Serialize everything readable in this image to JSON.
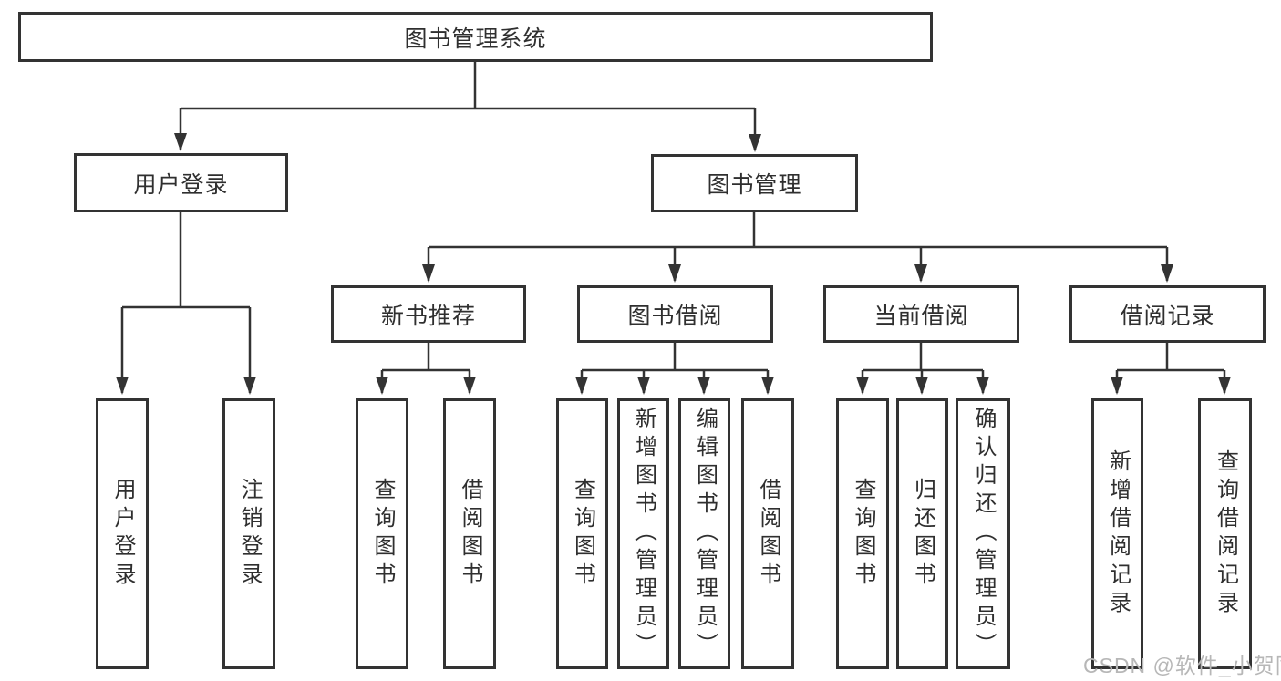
{
  "diagram": {
    "type": "function-structure-tree",
    "colors": {
      "line": "#333333",
      "box_border": "#333333",
      "text": "#2f2f2f",
      "watermark": "#b7b7b7",
      "background": "#ffffff"
    }
  },
  "tree": {
    "label": "图书管理系统",
    "children": [
      {
        "label": "用户登录",
        "children": [
          {
            "label": "用户登录"
          },
          {
            "label": "注销登录"
          }
        ]
      },
      {
        "label": "图书管理",
        "children": [
          {
            "label": "新书推荐",
            "children": [
              {
                "label": "查询图书"
              },
              {
                "label": "借阅图书"
              }
            ]
          },
          {
            "label": "图书借阅",
            "children": [
              {
                "label": "查询图书"
              },
              {
                "label": "新增图书（管理员）"
              },
              {
                "label": "编辑图书（管理员）"
              },
              {
                "label": "借阅图书"
              }
            ]
          },
          {
            "label": "当前借阅",
            "children": [
              {
                "label": "查询图书"
              },
              {
                "label": "归还图书"
              },
              {
                "label": "确认归还（管理员）"
              }
            ]
          },
          {
            "label": "借阅记录",
            "children": [
              {
                "label": "新增借阅记录"
              },
              {
                "label": "查询借阅记录"
              }
            ]
          }
        ]
      }
    ]
  },
  "watermark": {
    "text": "CSDN @软件_小贺同学"
  }
}
